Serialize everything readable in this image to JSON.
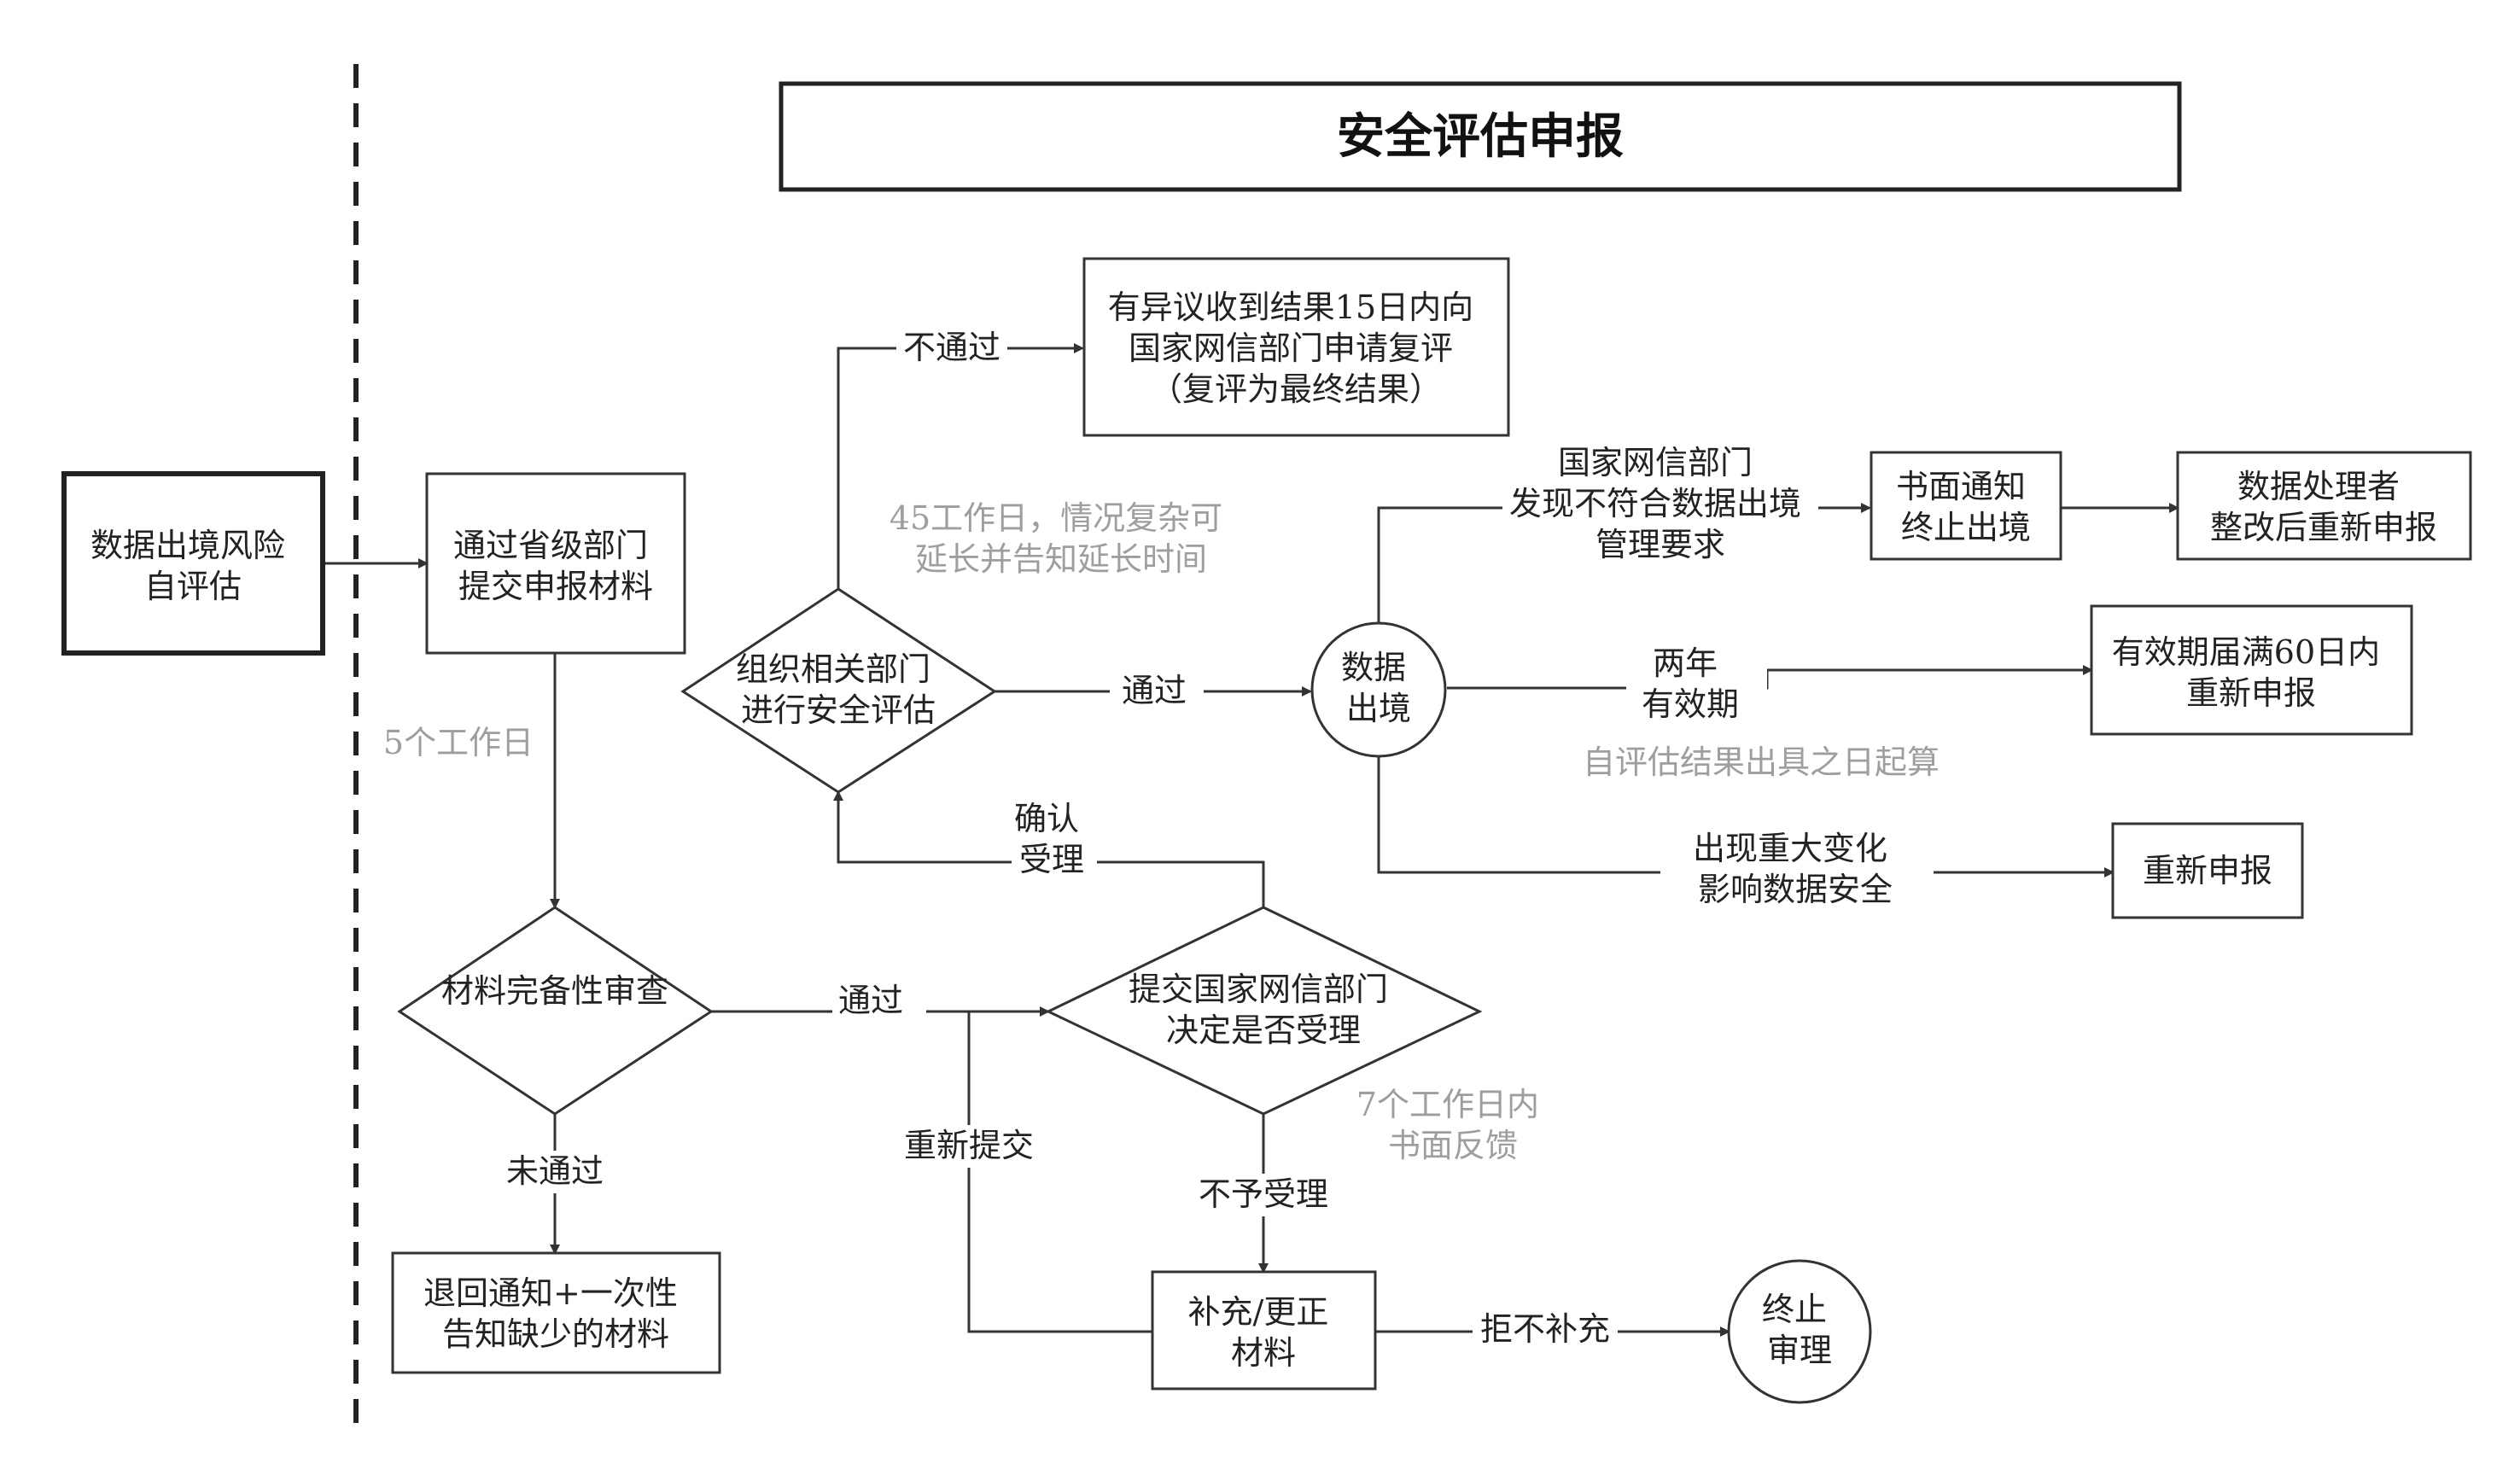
{
  "title": "安全评估申报",
  "nodes": {
    "self_assess": [
      "数据出境风险",
      "自评估"
    ],
    "submit": [
      "通过省级部门",
      "提交申报材料"
    ],
    "review": [
      "材料完备性审查"
    ],
    "return_notice": [
      "退回通知+一次性",
      "告知缺少的材料"
    ],
    "decide_accept": [
      "提交国家网信部门",
      "决定是否受理"
    ],
    "supplement": [
      "补充/更正",
      "材料"
    ],
    "terminate": [
      "终止",
      "审理"
    ],
    "assess": [
      "组织相关部门",
      "进行安全评估"
    ],
    "objection": [
      "有异议收到结果15日内向",
      "国家网信部门申请复评",
      "（复评为最终结果）"
    ],
    "data_exit": [
      "数据",
      "出境"
    ],
    "written_notice": [
      "书面通知",
      "终止出境"
    ],
    "rectify": [
      "数据处理者",
      "整改后重新申报"
    ],
    "expiry": [
      "有效期届满60日内",
      "重新申报"
    ],
    "redeclare": [
      "重新申报"
    ]
  },
  "edges": {
    "review_pass": "通过",
    "review_fail": "未通过",
    "resubmit": "重新提交",
    "confirm_accept": [
      "确认",
      "受理"
    ],
    "not_accept": "不予受理",
    "refuse": "拒不补充",
    "assess_fail": "不通过",
    "assess_pass": "通过",
    "noncompliant": [
      "国家网信部门",
      "发现不符合数据出境",
      "管理要求"
    ],
    "validity": [
      "两年",
      "有效期"
    ],
    "major_change": [
      "出现重大变化",
      "影响数据安全"
    ]
  },
  "notes": {
    "five_days": "5个工作日",
    "seven_days": [
      "7个工作日内",
      "书面反馈"
    ],
    "fortyfive_days": [
      "45工作日，情况复杂可",
      "延长并告知延长时间"
    ],
    "validity_start": "自评估结果出具之日起算"
  }
}
